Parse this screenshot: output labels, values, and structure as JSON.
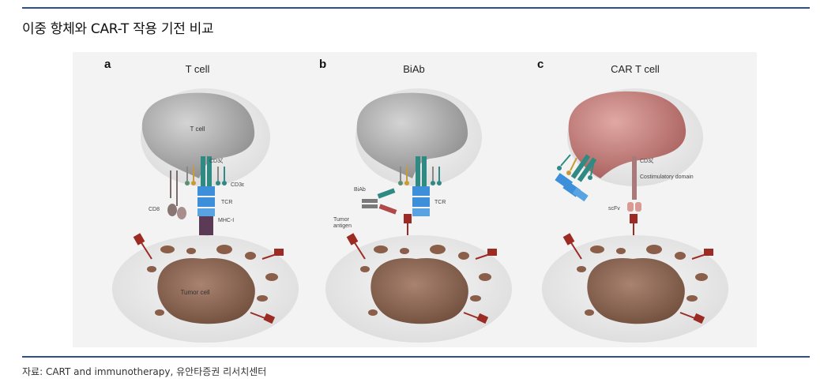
{
  "title": "이중 항체와 CAR-T 작용 기전 비교",
  "source": "자료: CART and immunotherapy, 유안타증권 리서치센터",
  "panels": [
    {
      "letter": "a",
      "heading": "T cell",
      "cell_label": "T cell",
      "tumor_label": "Tumor cell",
      "labels": {
        "cd3z": "CD3ζ",
        "cd3e": "CD3ε",
        "cd8": "CD8",
        "tcr": "TCR",
        "mhc": "MHC-I"
      }
    },
    {
      "letter": "b",
      "heading": "BiAb",
      "labels": {
        "biab": "BiAb",
        "tcr": "TCR",
        "tumor_antigen_1": "Tumor",
        "tumor_antigen_2": "antigen"
      }
    },
    {
      "letter": "c",
      "heading": "CAR T cell",
      "labels": {
        "cd3z": "CD3ζ",
        "costim": "Costimulatory domain",
        "scfv": "scFv"
      }
    }
  ],
  "colors": {
    "rule": "#2d4f8f",
    "tcell": "#9a9a9a",
    "car_cell": "#b26a68",
    "tumor": "#7a5240",
    "tcr": "#3d8fd9",
    "teal": "#2f8a84",
    "antigen": "#9b2b23"
  }
}
